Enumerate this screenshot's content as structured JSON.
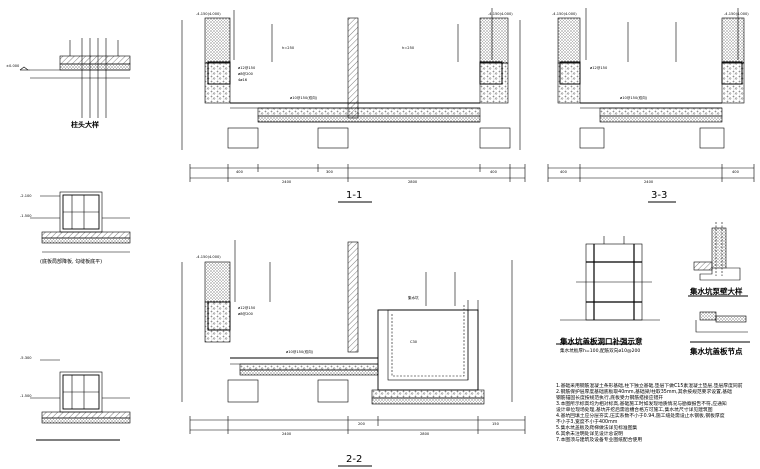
{
  "titles": {
    "detail_column": "柱头大样",
    "section_1": "1-1",
    "section_3": "3-3",
    "section_2": "2-2",
    "sump_lid_opening": "集水坑盖板洞口补强示意",
    "sump_parapet": "集水坑泵壁大样",
    "sump_lid_node": "集水坑盖板节点",
    "left_mid_caption": "(底板局部降板, 勾缝板底平)"
  },
  "sump_lid_sub": "集水坑板厚h=100,配筋双向ø10@200",
  "notes": [
    "1.基础采用钢筋混凝土条形基础,柱下独立基础,垫层下做C15素混凝土垫层,垫层厚度同前",
    "2.钢筋保护层厚度基础底板取40mm,基础梁/柱取35mm,其余按规范要求设置,基础",
    "  钢筋锚固长度按规范执行,底板受力钢筋搭接应错开",
    "3.本图所示标高均为相对标高,基础施工时如发现地质情况与勘察报告不符,应通知",
    "  设计单位现场处理,基坑开挖后需验槽合格方可施工,集水坑尺寸详见建筑图",
    "4.基坑回填土应分层夯实,压实系数不小于0.94,施工缝处需设止水钢板,钢板厚度",
    "  不小于3,宽度不小于400mm",
    "5.集水坑盖板及爬梯做法详见标准图集",
    "6.其余未注明处详见设计总说明",
    "7.本图须与建筑及设备专业图纸配合使用"
  ],
  "dims": {
    "d1": "2400",
    "d2": "2800",
    "d3": "400",
    "d4": "300",
    "d5": "200",
    "d6": "150"
  },
  "labels": {
    "elev_top": "-4.150(4.000)",
    "elev_a": "-2.100",
    "elev_b": "-1.500",
    "elev_c": "-5.300",
    "level_mark": "±0.000",
    "rebar_a": "ø12@150",
    "rebar_b": "ø8@200",
    "rebar_c": "4ø16",
    "rebar_d": "ø10@150(双向)",
    "room": "集水坑",
    "h_label": "h=250",
    "c30": "C30"
  }
}
